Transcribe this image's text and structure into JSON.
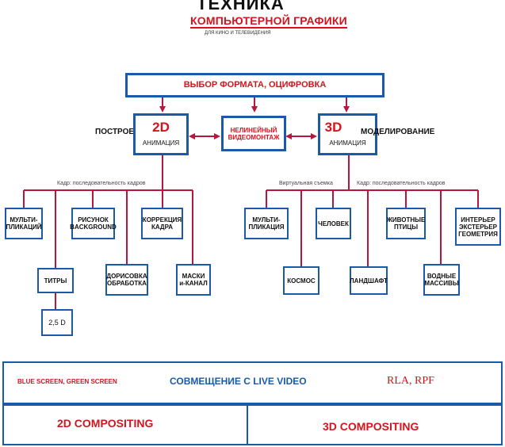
{
  "header": {
    "line1": "ТЕХНИКА",
    "line2": "КОМПЬЮТЕРНОЙ ГРАФИКИ",
    "line3": "ДЛЯ КИНО И ТЕЛЕВИДЕНИЯ"
  },
  "top_box": "ВЫБОР ФОРМАТА, ОЦИФРОВКА",
  "branch2d": {
    "prefix": "ПОСТРОЕНИЕ",
    "big": "2D",
    "sub": "АНИМАЦИЯ"
  },
  "nonlinear": {
    "line1": "НЕЛИНЕЙНЫЙ",
    "line2": "ВИДЕОМОНТАЖ"
  },
  "branch3d": {
    "big": "3D",
    "suffix": "МОДЕЛИРОВАНИЕ",
    "sub": "АНИМАЦИЯ"
  },
  "labels": {
    "left_frames": "Кадр: последовательность кадров",
    "virtual": "Виртуальная съемка",
    "right_frames": "Кадр: последовательность кадров"
  },
  "boxes2d": {
    "multi": [
      "МУЛЬТИ-",
      "ПЛИКАЦИЙ"
    ],
    "drawing": [
      "РИСУНОК",
      "BACKGROUND"
    ],
    "correction": [
      "КОРРЕКЦИЯ",
      "КАДРА"
    ],
    "titles": [
      "ТИТРЫ"
    ],
    "retouch": [
      "ДОРИСОВКА",
      "ОБРАБОТКА"
    ],
    "masks": [
      "МАСКИ",
      "и-КАНАЛ"
    ],
    "d25": [
      "2,5 D"
    ]
  },
  "boxes3d": {
    "multi": [
      "МУЛЬТИ-",
      "ПЛИКАЦИЯ"
    ],
    "human": [
      "ЧЕЛОВЕК"
    ],
    "animals": [
      "ЖИВОТНЫЕ",
      "ПТИЦЫ"
    ],
    "interior": [
      "ИНТЕРЬЕР",
      "ЭКСТЕРЬЕР",
      "ГЕОМЕТРИЯ"
    ],
    "space": [
      "КОСМОС"
    ],
    "landscape": [
      "ЛАНДШАФТ"
    ],
    "water": [
      "ВОДНЫЕ",
      "МАССИВЫ"
    ]
  },
  "bottom": {
    "screens": "BLUE SCREEN,   GREEN SCREEN",
    "live": "СОВМЕЩЕНИЕ С LIVE VIDEO",
    "rla": "RLA,  RPF",
    "comp2d": "2D  COMPOSITING",
    "comp3d": "3D  COMPOSITING"
  },
  "colors": {
    "blue": "#1a5aa8",
    "red": "#d4141c",
    "connector": "#b8163a"
  }
}
